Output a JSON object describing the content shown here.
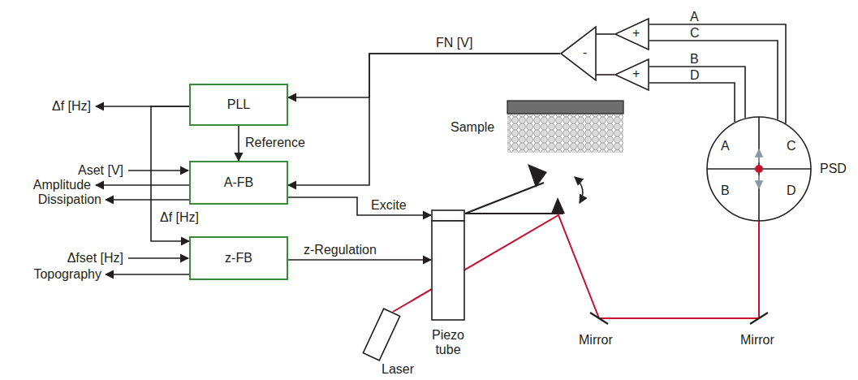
{
  "diagram": {
    "nodes": [
      {
        "text": [
          "-"
        ]
      },
      {
        "text": [
          "+"
        ]
      },
      {
        "text": [
          "+"
        ]
      },
      {
        "text": [
          "PLL"
        ]
      },
      {
        "text": [
          "A-FB"
        ]
      },
      {
        "text": [
          "z-FB"
        ]
      },
      {
        "text": [
          "Piezo tube"
        ]
      },
      {
        "text": [
          "A",
          "C",
          "B",
          "D",
          "PSD"
        ]
      }
    ],
    "edges": [
      {
        "from": 1,
        "to": 0,
        "arrow": "none"
      },
      {
        "from": 2,
        "to": 0,
        "arrow": "none"
      },
      {
        "from": 0,
        "to": 3,
        "label": "FN [V]",
        "arrow": "to"
      },
      {
        "from": 0,
        "to": 4,
        "arrow": "to"
      },
      {
        "from": 3,
        "to": 4,
        "label": "Reference",
        "arrow": "to"
      },
      {
        "from": 4,
        "to": 6,
        "label": "Excite",
        "arrow": "to"
      },
      {
        "from": 5,
        "to": 6,
        "label": "z-Regulation",
        "arrow": "to"
      },
      {
        "from": 3,
        "to": 5,
        "label": "Δf [Hz]",
        "arrow": "to"
      },
      {
        "from": 7,
        "to": 1,
        "arrow": "none"
      },
      {
        "from": 7,
        "to": 2,
        "arrow": "none"
      }
    ],
    "labels": [
      "Δf [Hz]",
      "Aset [V]",
      "Amplitude",
      "Dissipation",
      "Δfset [Hz]",
      "Topography",
      "Sample",
      "Mirror",
      "Mirror",
      "Laser",
      "A",
      "C",
      "B",
      "D"
    ]
  }
}
